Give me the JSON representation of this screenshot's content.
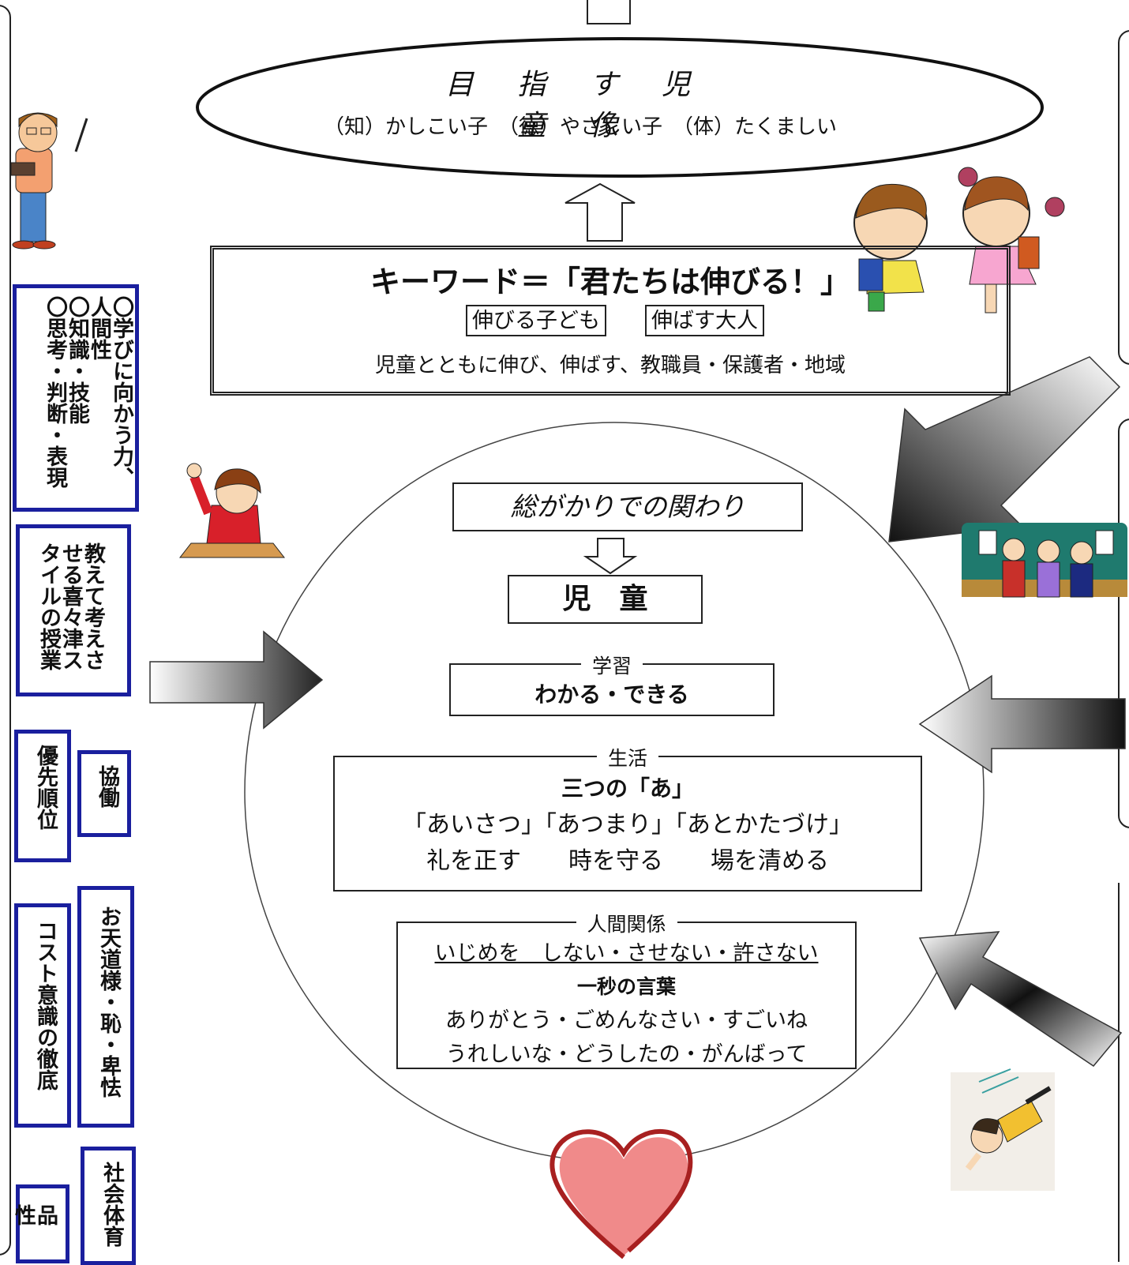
{
  "goal": {
    "title": "目 指 す 児 童 像",
    "subtitle": "（知）かしこい子　（徳）やさしい子　（体）たくましい"
  },
  "keyword": {
    "title": "キーワード＝「君たちは伸びる！」",
    "tag_left": "伸びる子ども",
    "tag_right": "伸ばす大人",
    "description": "児童とともに伸び、伸ばす、教職員・保護者・地域"
  },
  "center": {
    "heading": "総がかりでの関わり",
    "child": "児　童",
    "study": {
      "legend": "学習",
      "text": "わかる・できる"
    },
    "life": {
      "legend": "生活",
      "title": "三つの「あ」",
      "line1": "「あいさつ」「あつまり」「あとかたづけ」",
      "line2": "礼を正す　　時を守る　　場を清める"
    },
    "relations": {
      "legend": "人間関係",
      "line1": "いじめを　しない・させない・許さない",
      "title": "一秒の言葉",
      "line2": "ありがとう・ごめんなさい・すごいね",
      "line3": "うれしいな・どうしたの・がんばって"
    }
  },
  "side_boxes": {
    "abilities": [
      "〇学びに向かう力、",
      "人間性",
      "〇知識・技能",
      "〇思考・判断・表現"
    ],
    "teaching": [
      "教えて考えさ",
      "せる喜々津ス",
      "タイルの授業"
    ],
    "priority": "優先順位",
    "collaboration": "協働",
    "cost": "コスト意識の徹底",
    "sun": "お天道様・恥・卑怯",
    "social": "社会体育",
    "character": "品性"
  },
  "colors": {
    "side_box_border": "#1a1f9e",
    "heart": "#f08080",
    "heart_outline": "#b02424",
    "line": "#222222"
  },
  "icons": [
    "teacher-icon",
    "children-icon",
    "girl-raising-hand-icon",
    "classroom-teachers-icon",
    "running-child-icon",
    "heart-icon"
  ]
}
